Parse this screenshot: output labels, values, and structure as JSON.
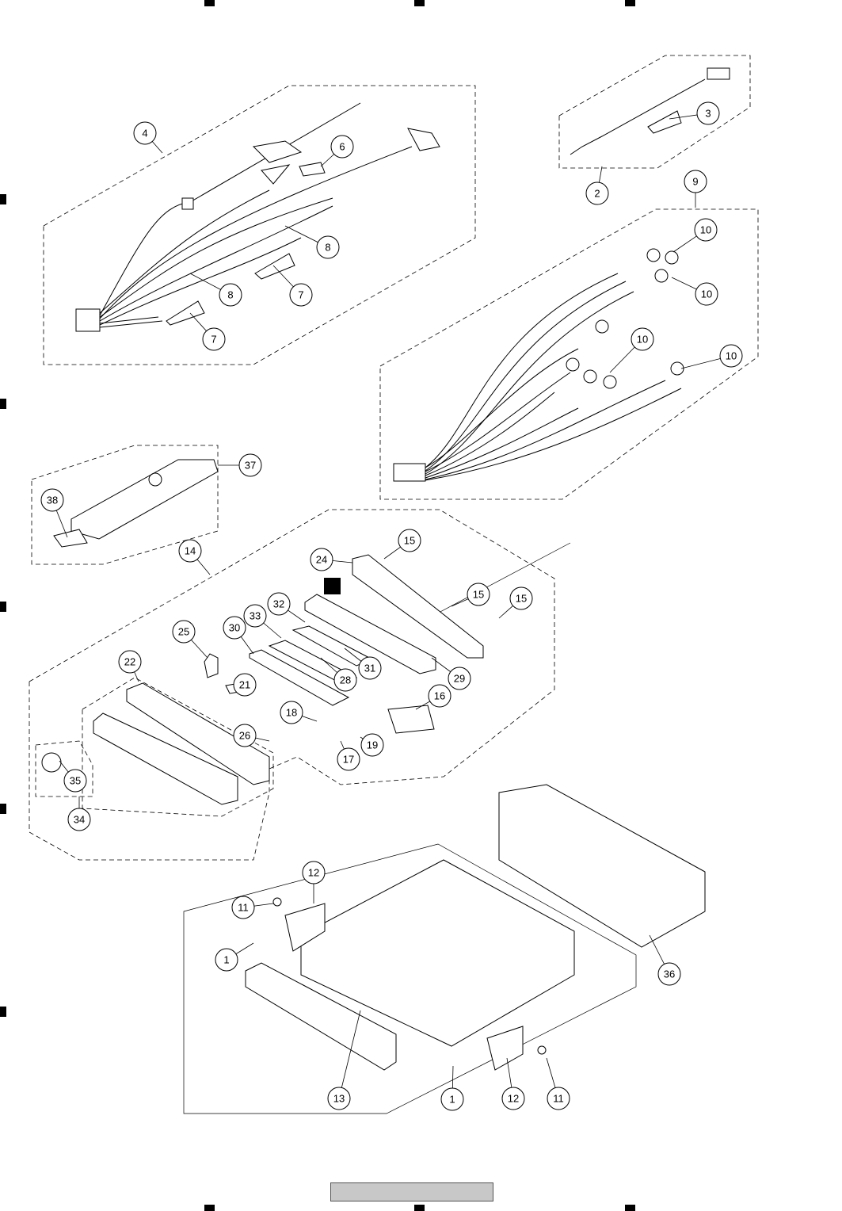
{
  "callouts": [
    {
      "label": "4"
    },
    {
      "label": "6"
    },
    {
      "label": "8"
    },
    {
      "label": "8"
    },
    {
      "label": "7"
    },
    {
      "label": "7"
    },
    {
      "label": "3"
    },
    {
      "label": "2"
    },
    {
      "label": "9"
    },
    {
      "label": "10"
    },
    {
      "label": "10"
    },
    {
      "label": "10"
    },
    {
      "label": "10"
    },
    {
      "label": "37"
    },
    {
      "label": "38"
    },
    {
      "label": "14"
    },
    {
      "label": "15"
    },
    {
      "label": "24"
    },
    {
      "label": "15"
    },
    {
      "label": "15"
    },
    {
      "label": "32"
    },
    {
      "label": "33"
    },
    {
      "label": "30"
    },
    {
      "label": "25"
    },
    {
      "label": "31"
    },
    {
      "label": "28"
    },
    {
      "label": "29"
    },
    {
      "label": "22"
    },
    {
      "label": "21"
    },
    {
      "label": "16"
    },
    {
      "label": "18"
    },
    {
      "label": "26"
    },
    {
      "label": "19"
    },
    {
      "label": "17"
    },
    {
      "label": "35"
    },
    {
      "label": "34"
    },
    {
      "label": "12"
    },
    {
      "label": "11"
    },
    {
      "label": "1"
    },
    {
      "label": "36"
    },
    {
      "label": "13"
    },
    {
      "label": "1"
    },
    {
      "label": "12"
    },
    {
      "label": "11"
    }
  ],
  "colors": {
    "line": "#000000",
    "marker": "#000000",
    "footer": "#c8c8c8"
  }
}
